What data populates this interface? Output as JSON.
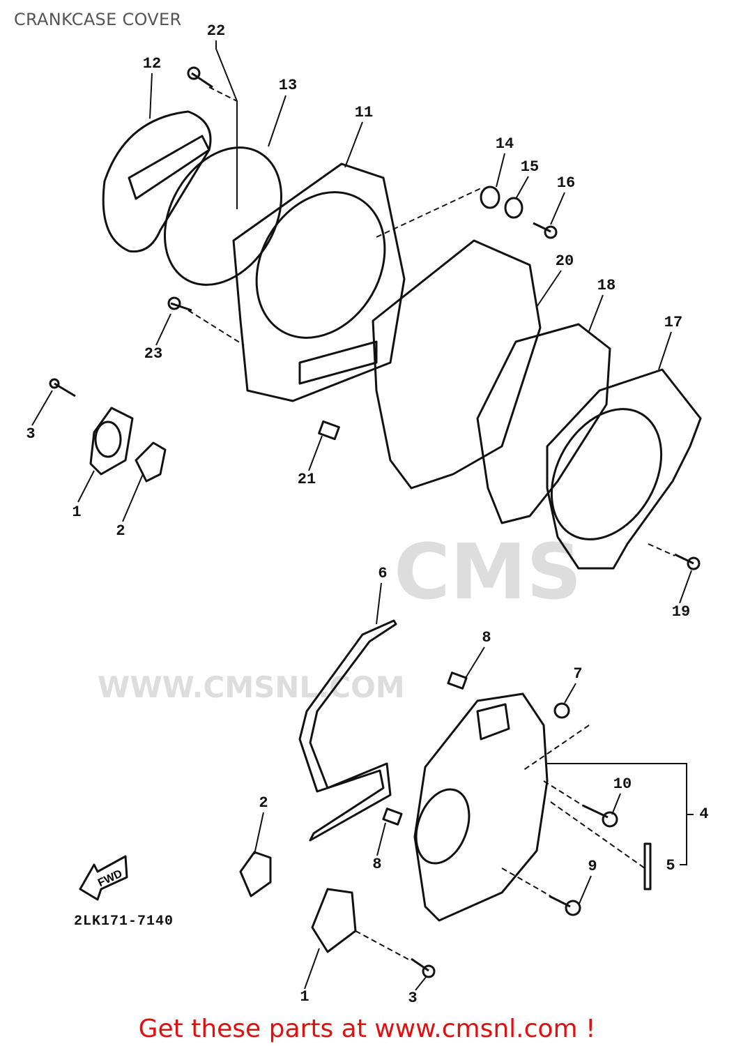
{
  "title": "CRANKCASE COVER",
  "diagram_code": "2LK171-7140",
  "fwd_arrow_label": "FWD",
  "watermark": {
    "logo": "CMS",
    "url": "WWW.CMSNL.COM"
  },
  "callouts": [
    "22",
    "12",
    "13",
    "11",
    "14",
    "15",
    "16",
    "20",
    "18",
    "17",
    "23",
    "3",
    "21",
    "1",
    "2",
    "19",
    "6",
    "8",
    "7",
    "10",
    "4",
    "2",
    "8",
    "9",
    "5",
    "1",
    "3"
  ],
  "footer": "Get these parts at www.cmsnl.com !",
  "colors": {
    "footer": "#e01010",
    "title": "#555555",
    "watermark": "#dddddd"
  }
}
